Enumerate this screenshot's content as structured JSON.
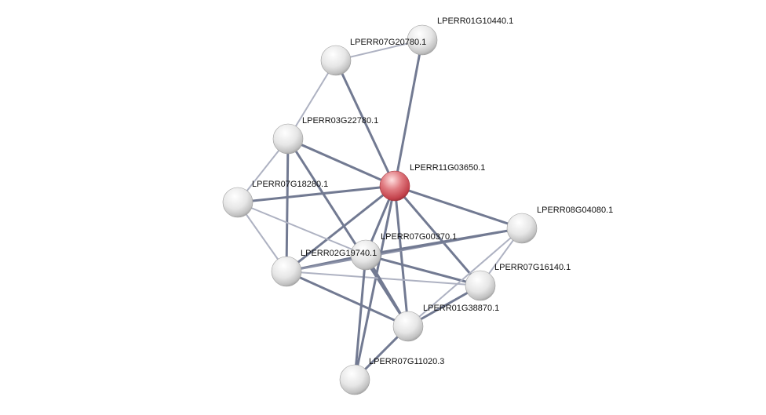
{
  "network": {
    "nodes": [
      {
        "id": "n0",
        "label": "LPERR11G03650.1",
        "highlight": true
      },
      {
        "id": "n1",
        "label": "LPERR01G10440.1"
      },
      {
        "id": "n2",
        "label": "LPERR07G20780.1"
      },
      {
        "id": "n3",
        "label": "LPERR03G22780.1"
      },
      {
        "id": "n4",
        "label": "LPERR07G18280.1"
      },
      {
        "id": "n5",
        "label": "LPERR08G04080.1"
      },
      {
        "id": "n6",
        "label": "LPERR07G00370.1"
      },
      {
        "id": "n7",
        "label": "LPERR02G19740.1"
      },
      {
        "id": "n8",
        "label": "LPERR07G16140.1"
      },
      {
        "id": "n9",
        "label": "LPERR01G38870.1"
      },
      {
        "id": "n10",
        "label": "LPERR07G11020.3"
      },
      {
        "id": "n11",
        "label": ""
      }
    ],
    "edges": [
      {
        "source": "n0",
        "target": "n1",
        "strength": "strong"
      },
      {
        "source": "n0",
        "target": "n2",
        "strength": "strong"
      },
      {
        "source": "n0",
        "target": "n3",
        "strength": "strong"
      },
      {
        "source": "n0",
        "target": "n4",
        "strength": "strong"
      },
      {
        "source": "n0",
        "target": "n5",
        "strength": "strong"
      },
      {
        "source": "n0",
        "target": "n6",
        "strength": "strong"
      },
      {
        "source": "n0",
        "target": "n11",
        "strength": "strong"
      },
      {
        "source": "n0",
        "target": "n8",
        "strength": "strong"
      },
      {
        "source": "n0",
        "target": "n9",
        "strength": "strong"
      },
      {
        "source": "n0",
        "target": "n10",
        "strength": "strong"
      },
      {
        "source": "n2",
        "target": "n1",
        "strength": "weak"
      },
      {
        "source": "n2",
        "target": "n3",
        "strength": "weak"
      },
      {
        "source": "n3",
        "target": "n4",
        "strength": "weak"
      },
      {
        "source": "n3",
        "target": "n11",
        "strength": "strong"
      },
      {
        "source": "n3",
        "target": "n9",
        "strength": "strong"
      },
      {
        "source": "n4",
        "target": "n11",
        "strength": "weak"
      },
      {
        "source": "n4",
        "target": "n6",
        "strength": "weak"
      },
      {
        "source": "n11",
        "target": "n6",
        "strength": "strong"
      },
      {
        "source": "n11",
        "target": "n8",
        "strength": "weak"
      },
      {
        "source": "n11",
        "target": "n9",
        "strength": "strong"
      },
      {
        "source": "n11",
        "target": "n5",
        "strength": "medium"
      },
      {
        "source": "n6",
        "target": "n5",
        "strength": "strong"
      },
      {
        "source": "n6",
        "target": "n8",
        "strength": "strong"
      },
      {
        "source": "n6",
        "target": "n9",
        "strength": "strong"
      },
      {
        "source": "n6",
        "target": "n10",
        "strength": "strong"
      },
      {
        "source": "n5",
        "target": "n8",
        "strength": "weak"
      },
      {
        "source": "n5",
        "target": "n9",
        "strength": "weak"
      },
      {
        "source": "n8",
        "target": "n9",
        "strength": "strong"
      },
      {
        "source": "n9",
        "target": "n10",
        "strength": "strong"
      }
    ]
  },
  "colors": {
    "strong_edge": "#727a92",
    "medium_edge": "#8c92a8",
    "weak_edge": "#aeb2c2",
    "node_fill": "#e8e8e8",
    "highlight_node_fill": "#d9626a"
  }
}
